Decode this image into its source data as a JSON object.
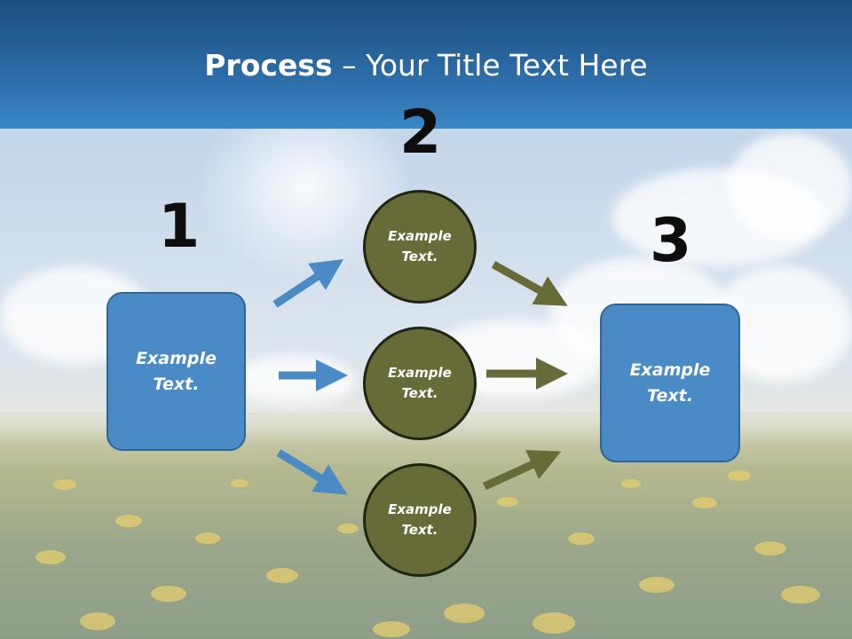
{
  "title": {
    "bold": "Process",
    "rest": " – Your Title Text Here"
  },
  "steps": {
    "one": "1",
    "two": "2",
    "three": "3"
  },
  "boxes": {
    "left": {
      "line1": "Example",
      "line2": "Text."
    },
    "right": {
      "line1": "Example",
      "line2": "Text."
    }
  },
  "circles": [
    {
      "line1": "Example",
      "line2": "Text."
    },
    {
      "line1": "Example",
      "line2": "Text."
    },
    {
      "line1": "Example",
      "line2": "Text."
    }
  ],
  "colors": {
    "header": "#2b6aa4",
    "box_fill": "#4a8bc6",
    "circle_fill": "#676b38",
    "blue_arrow": "#4a8bc6",
    "olive_arrow": "#676b38"
  }
}
